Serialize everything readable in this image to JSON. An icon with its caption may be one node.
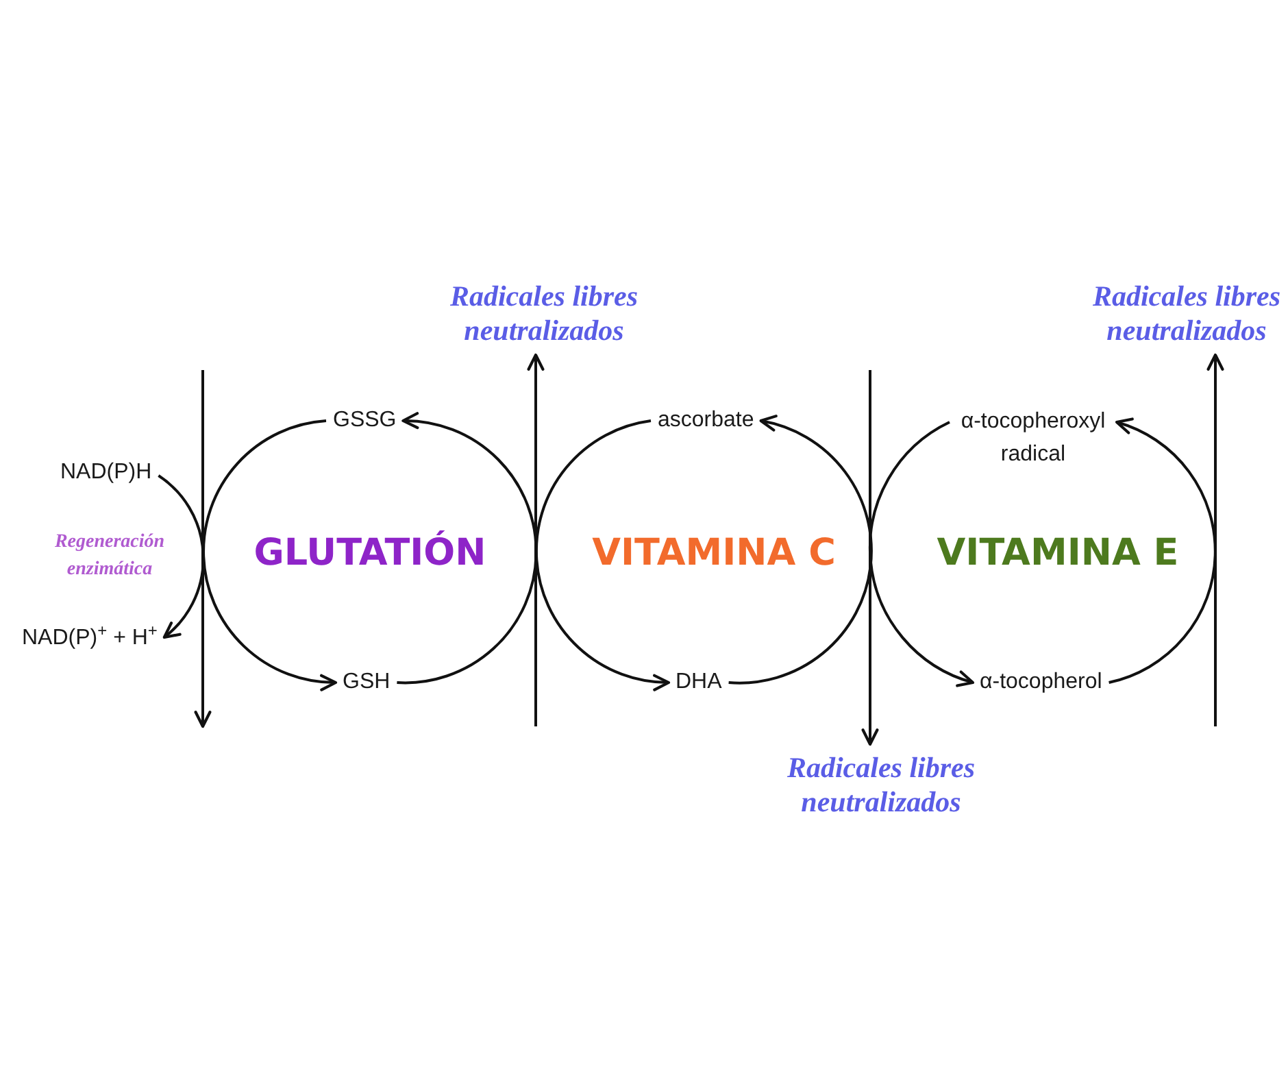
{
  "diagram": {
    "nodes": [
      {
        "text": [
          "Radicales libres neutralizados"
        ]
      },
      {
        "text": [
          "Radicales libres neutralizados"
        ]
      },
      {
        "text": [
          "GSSG"
        ]
      },
      {
        "text": [
          "ascorbate"
        ]
      },
      {
        "text": [
          "α-tocopheroxyl radical"
        ]
      },
      {
        "text": [
          "NAD(P)H"
        ]
      },
      {
        "text": [
          "NAD(P)$^{+}$ + H$^{+}$"
        ]
      },
      {
        "text": [
          "GSH"
        ]
      },
      {
        "text": [
          "DHA"
        ]
      },
      {
        "text": [
          "α-tocopherol"
        ]
      },
      {
        "text": [
          "Radicales libres neutralizados"
        ]
      }
    ],
    "edges": [
      {
        "from": 5,
        "to": 6,
        "arrow": "to"
      },
      {
        "from": 2,
        "to": 7,
        "arrow": "to"
      },
      {
        "from": 7,
        "to": 2,
        "arrow": "to"
      },
      {
        "from": 3,
        "to": 8,
        "arrow": "to"
      },
      {
        "from": 8,
        "to": 3,
        "arrow": "to"
      },
      {
        "from": 4,
        "to": 9,
        "arrow": "to"
      },
      {
        "from": 9,
        "to": 4,
        "arrow": "to"
      },
      {
        "from": null,
        "to": 0,
        "arrow": "to"
      },
      {
        "from": null,
        "to": 10,
        "arrow": "to"
      },
      {
        "from": null,
        "to": 1,
        "arrow": "to"
      }
    ],
    "labels": [
      "Regeneración enzimática",
      "GLUTATIÓN",
      "VITAMINA C",
      "VITAMINA E"
    ]
  }
}
